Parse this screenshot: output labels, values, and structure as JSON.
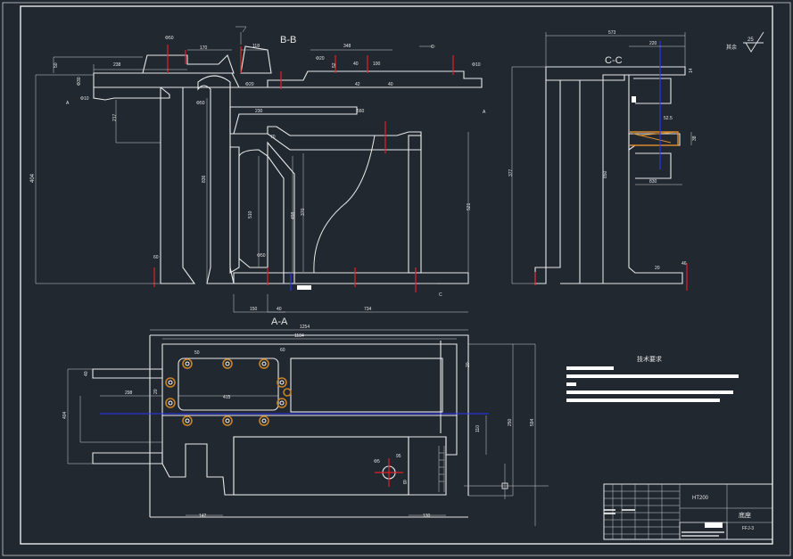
{
  "views": {
    "section_bb": "B-B",
    "section_cc": "C-C",
    "section_aa": "A-A"
  },
  "surface_finish": {
    "label": "其余",
    "value": "25"
  },
  "dims_bb": {
    "d1": "Φ50",
    "d2": "170",
    "d3": "118",
    "d4": "348",
    "d5": "50",
    "d6": "238",
    "d7": "Φ20",
    "d8": "Φ10",
    "d9": "Φ20",
    "d10": "42",
    "d11": "100",
    "d12": "40",
    "d13": "52",
    "d14": "Φ10",
    "d15": "Φ30",
    "d16": "217",
    "d17": "Φ50",
    "d18": "230",
    "d19": "560",
    "d20": "404",
    "d21": "836",
    "d22": "510",
    "d23": "498",
    "d24": "370",
    "d25": "521",
    "d26": "Φ50",
    "d27": "60",
    "d28": "150",
    "d29": "40",
    "d30": "734",
    "d31": "40",
    "d32": "70",
    "cut_a": "A",
    "cut_c": "C",
    "cut_ct": "C",
    "cut_ar": "A"
  },
  "dims_cc": {
    "d1": "573",
    "d2": "220",
    "d3": "14",
    "d4": "52.5",
    "d5": "38",
    "d6": "377",
    "d7": "850",
    "d8": "830",
    "d9": "46",
    "d10": "20"
  },
  "dims_aa": {
    "d1": "1254",
    "d2": "1184",
    "d3": "50",
    "d4": "60",
    "d5": "20",
    "d6": "40",
    "d7": "298",
    "d8": "20",
    "d9": "415",
    "d10": "404",
    "d11": "250",
    "d12": "594",
    "d13": "110",
    "d14": "Φ5",
    "d15": "95",
    "d16": "142",
    "d17": "130",
    "d18": "B"
  },
  "notes": {
    "title": "技术要求"
  },
  "title_block": {
    "material": "HT200",
    "part_name": "底座",
    "drawing_no": "FFJ-3"
  }
}
